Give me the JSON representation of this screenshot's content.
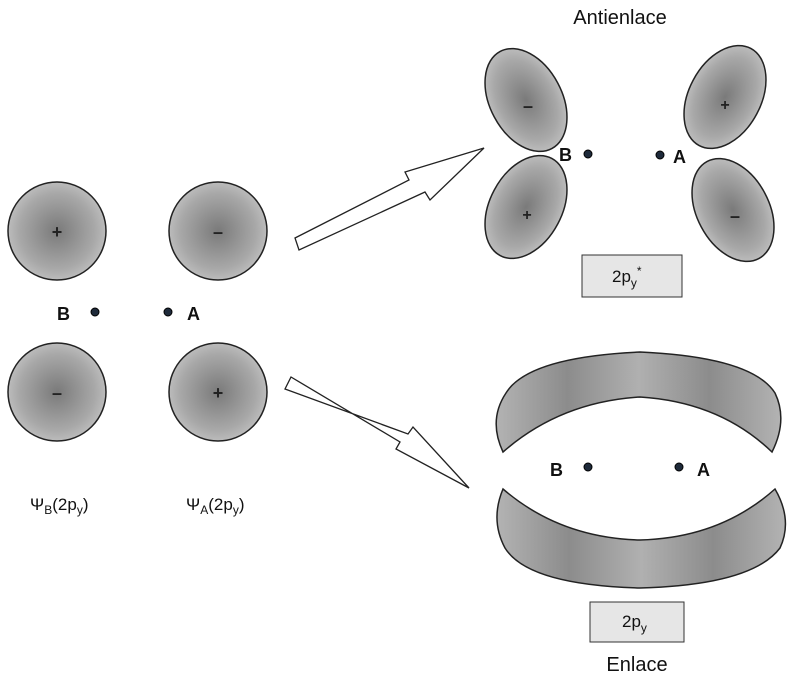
{
  "labels": {
    "antibonding_title": "Antienlace",
    "bonding_title": "Enlace",
    "antibonding_box": "2py*",
    "bonding_box": "2py",
    "psi_b": "ΨB(2py)",
    "psi_a": "ΨA(2py)"
  },
  "atoms": {
    "b": "B",
    "a": "A"
  },
  "signs": {
    "plus": "+",
    "minus": "–"
  },
  "parts": {
    "orbital": "2p",
    "sub_y": "y",
    "star": "*",
    "psi": "Ψ",
    "sub_b": "B",
    "sub_a": "A",
    "arg_open": "(",
    "arg_close": ")"
  }
}
